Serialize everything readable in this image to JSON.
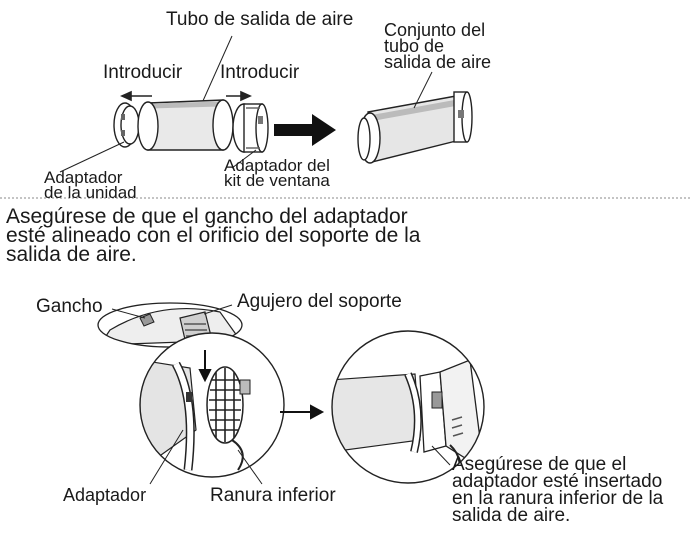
{
  "diagram": {
    "top": {
      "tube_label": "Tubo de salida de aire",
      "insert_left": "Introducir",
      "insert_right": "Introducir",
      "assembly_label": "Conjunto del\ntubo de\nsalida de aire",
      "unit_adapter": "Adaptador\nde la unidad",
      "window_adapter": "Adaptador del\nkit de ventana"
    },
    "bottom": {
      "instruction": "Asegúrese de que el gancho del adaptador\nesté alineado con el orificio del soporte de la\nsalida de aire.",
      "hook": "Gancho",
      "bracket_hole": "Agujero del soporte",
      "adapter": "Adaptador",
      "lower_slot": "Ranura inferior",
      "confirm": "Asegúrese de que el\nadaptador esté insertado\nen la ranura inferior de la\nsalida de aire."
    }
  }
}
